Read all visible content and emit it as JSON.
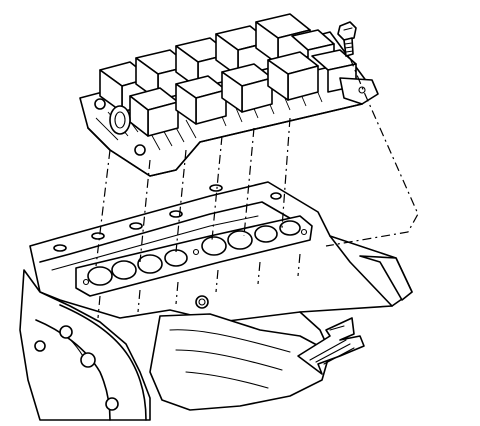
{
  "diagram": {
    "parts": [
      {
        "id": "upper-manifold",
        "icon": "intake-manifold-icon"
      },
      {
        "id": "bolt",
        "icon": "bolt-icon"
      },
      {
        "id": "engine-block",
        "icon": "engine-block-icon"
      },
      {
        "id": "gasket",
        "icon": "gasket-icon"
      },
      {
        "id": "front-arrow",
        "icon": "arrow-icon"
      }
    ],
    "colors": {
      "line": "#000000",
      "background": "#ffffff"
    }
  }
}
